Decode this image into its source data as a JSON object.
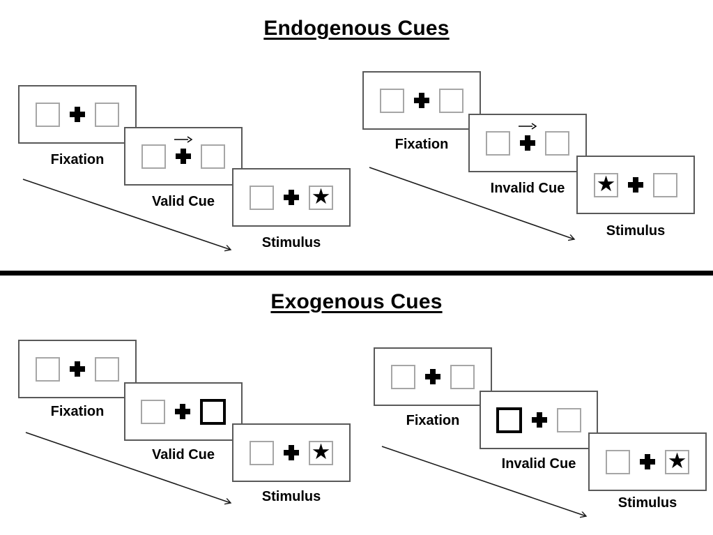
{
  "sections": [
    {
      "id": "endogenous",
      "title": "Endogenous Cues",
      "cue_style": "central arrow above fixation cross",
      "trials": [
        {
          "id": "endogenous-valid",
          "steps": [
            {
              "label": "Fixation",
              "cue": "none",
              "left_box": "empty",
              "right_box": "empty"
            },
            {
              "label": "Valid Cue",
              "cue": "arrow-right",
              "left_box": "empty",
              "right_box": "empty"
            },
            {
              "label": "Stimulus",
              "cue": "none",
              "left_box": "empty",
              "right_box": "star"
            }
          ]
        },
        {
          "id": "endogenous-invalid",
          "steps": [
            {
              "label": "Fixation",
              "cue": "none",
              "left_box": "empty",
              "right_box": "empty"
            },
            {
              "label": "Invalid Cue",
              "cue": "arrow-right",
              "left_box": "empty",
              "right_box": "empty"
            },
            {
              "label": "Stimulus",
              "cue": "none",
              "left_box": "star",
              "right_box": "empty"
            }
          ]
        }
      ]
    },
    {
      "id": "exogenous",
      "title": "Exogenous Cues",
      "cue_style": "peripheral thickened box",
      "trials": [
        {
          "id": "exogenous-valid",
          "steps": [
            {
              "label": "Fixation",
              "cue": "none",
              "left_box": "empty",
              "right_box": "empty"
            },
            {
              "label": "Valid Cue",
              "cue": "thick-right-box",
              "left_box": "empty",
              "right_box": "thick"
            },
            {
              "label": "Stimulus",
              "cue": "none",
              "left_box": "empty",
              "right_box": "star"
            }
          ]
        },
        {
          "id": "exogenous-invalid",
          "steps": [
            {
              "label": "Fixation",
              "cue": "none",
              "left_box": "empty",
              "right_box": "empty"
            },
            {
              "label": "Invalid Cue",
              "cue": "thick-left-box",
              "left_box": "thick",
              "right_box": "empty"
            },
            {
              "label": "Stimulus",
              "cue": "none",
              "left_box": "empty",
              "right_box": "star"
            }
          ]
        }
      ]
    }
  ],
  "glyphs": {
    "star": "★"
  },
  "icons": {
    "fixation_cross": "plus-icon",
    "endogenous_cue": "arrow-right-icon",
    "exogenous_cue": "thick-box",
    "target": "star-icon",
    "timeline": "diagonal-arrow"
  },
  "colors": {
    "background": "#ffffff",
    "ink": "#000000",
    "panel_border": "#595959",
    "square_border": "#a6a6a6"
  }
}
